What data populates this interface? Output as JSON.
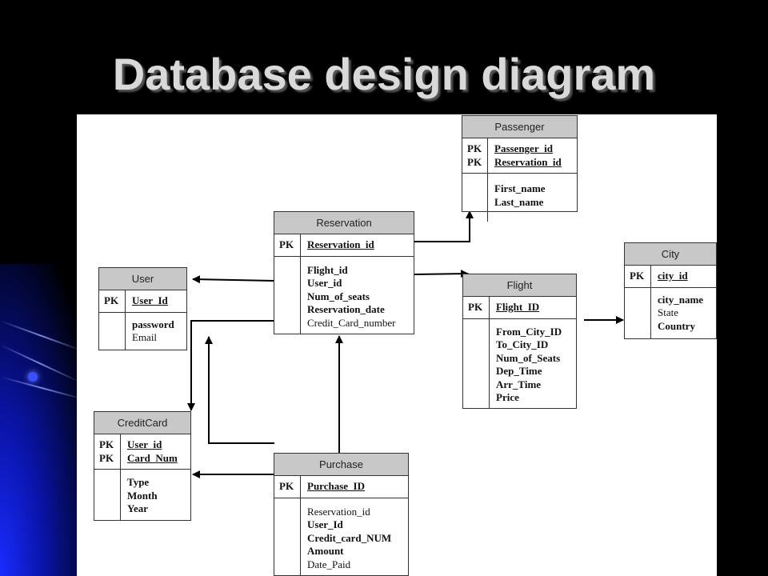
{
  "title": "Database design diagram",
  "entities": {
    "passenger": {
      "name": "Passenger",
      "keys": [
        {
          "tag": "PK",
          "field": "Passenger_id"
        },
        {
          "tag": "PK",
          "field": "Reservation_id"
        }
      ],
      "fields": [
        {
          "text": "First_name",
          "bold": true
        },
        {
          "text": "Last_name",
          "bold": true
        }
      ]
    },
    "reservation": {
      "name": "Reservation",
      "keys": [
        {
          "tag": "PK",
          "field": "Reservation_id"
        }
      ],
      "fields": [
        {
          "text": "Flight_id",
          "bold": true
        },
        {
          "text": "User_id",
          "bold": true
        },
        {
          "text": "Num_of_seats",
          "bold": true
        },
        {
          "text": "Reservation_date",
          "bold": true
        },
        {
          "text": "Credit_Card_number",
          "bold": false
        }
      ]
    },
    "user": {
      "name": "User",
      "keys": [
        {
          "tag": "PK",
          "field": "User_Id"
        }
      ],
      "fields": [
        {
          "text": "password",
          "bold": true
        },
        {
          "text": "Email",
          "bold": false
        }
      ]
    },
    "city": {
      "name": "City",
      "keys": [
        {
          "tag": "PK",
          "field": "city_id"
        }
      ],
      "fields": [
        {
          "text": "city_name",
          "bold": true
        },
        {
          "text": "State",
          "bold": false
        },
        {
          "text": "Country",
          "bold": true
        }
      ]
    },
    "flight": {
      "name": "Flight",
      "keys": [
        {
          "tag": "PK",
          "field": "Flight_ID"
        }
      ],
      "fields": [
        {
          "text": "From_City_ID",
          "bold": true
        },
        {
          "text": "To_City_ID",
          "bold": true
        },
        {
          "text": "Num_of_Seats",
          "bold": true
        },
        {
          "text": "Dep_Time",
          "bold": true
        },
        {
          "text": "Arr_Time",
          "bold": true
        },
        {
          "text": "Price",
          "bold": true
        }
      ]
    },
    "creditcard": {
      "name": "CreditCard",
      "keys": [
        {
          "tag": "PK",
          "field": "User_id"
        },
        {
          "tag": "PK",
          "field": "Card_Num"
        }
      ],
      "fields": [
        {
          "text": "Type",
          "bold": true
        },
        {
          "text": "Month",
          "bold": true
        },
        {
          "text": "Year",
          "bold": true
        }
      ]
    },
    "purchase": {
      "name": "Purchase",
      "keys": [
        {
          "tag": "PK",
          "field": "Purchase_ID"
        }
      ],
      "fields": [
        {
          "text": "Reservation_id",
          "bold": false
        },
        {
          "text": "User_Id",
          "bold": true
        },
        {
          "text": "Credit_card_NUM",
          "bold": true
        },
        {
          "text": "Amount",
          "bold": true
        },
        {
          "text": "Date_Paid",
          "bold": false
        }
      ]
    }
  },
  "colors": {
    "header": "#c8c8c8",
    "line": "#000000",
    "title": "#d9d9d9"
  }
}
